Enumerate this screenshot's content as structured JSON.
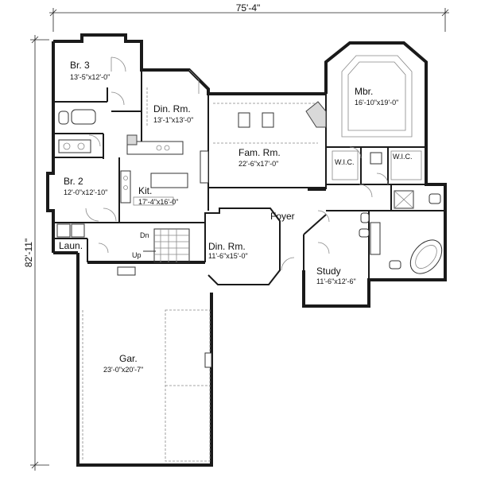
{
  "dimensions": {
    "overall_width": "75'-4\"",
    "overall_depth": "82'-11\""
  },
  "rooms": [
    {
      "key": "br3",
      "name": "Br. 3",
      "size": "13'-5\"x12'-0\""
    },
    {
      "key": "din1",
      "name": "Din. Rm.",
      "size": "13'-1\"x13'-0\""
    },
    {
      "key": "mbr",
      "name": "Mbr.",
      "size": "16'-10\"x19'-0\""
    },
    {
      "key": "fam",
      "name": "Fam. Rm.",
      "size": "22'-6\"x17'-0\""
    },
    {
      "key": "br2",
      "name": "Br. 2",
      "size": "12'-0\"x12'-10\""
    },
    {
      "key": "kit",
      "name": "Kit.",
      "size": "17'-4\"x16'-0\""
    },
    {
      "key": "din2",
      "name": "Din. Rm.",
      "size": "11'-6\"x15'-0\""
    },
    {
      "key": "study",
      "name": "Study",
      "size": "11'-6\"x12'-6\""
    },
    {
      "key": "gar",
      "name": "Gar.",
      "size": "23'-0\"x20'-7\""
    }
  ],
  "labels": {
    "foyer": "Foyer",
    "laun": "Laun.",
    "wic_left": "W.I.C.",
    "wic_right": "W.I.C.",
    "stair_dn": "Dn",
    "stair_up": "Up"
  }
}
